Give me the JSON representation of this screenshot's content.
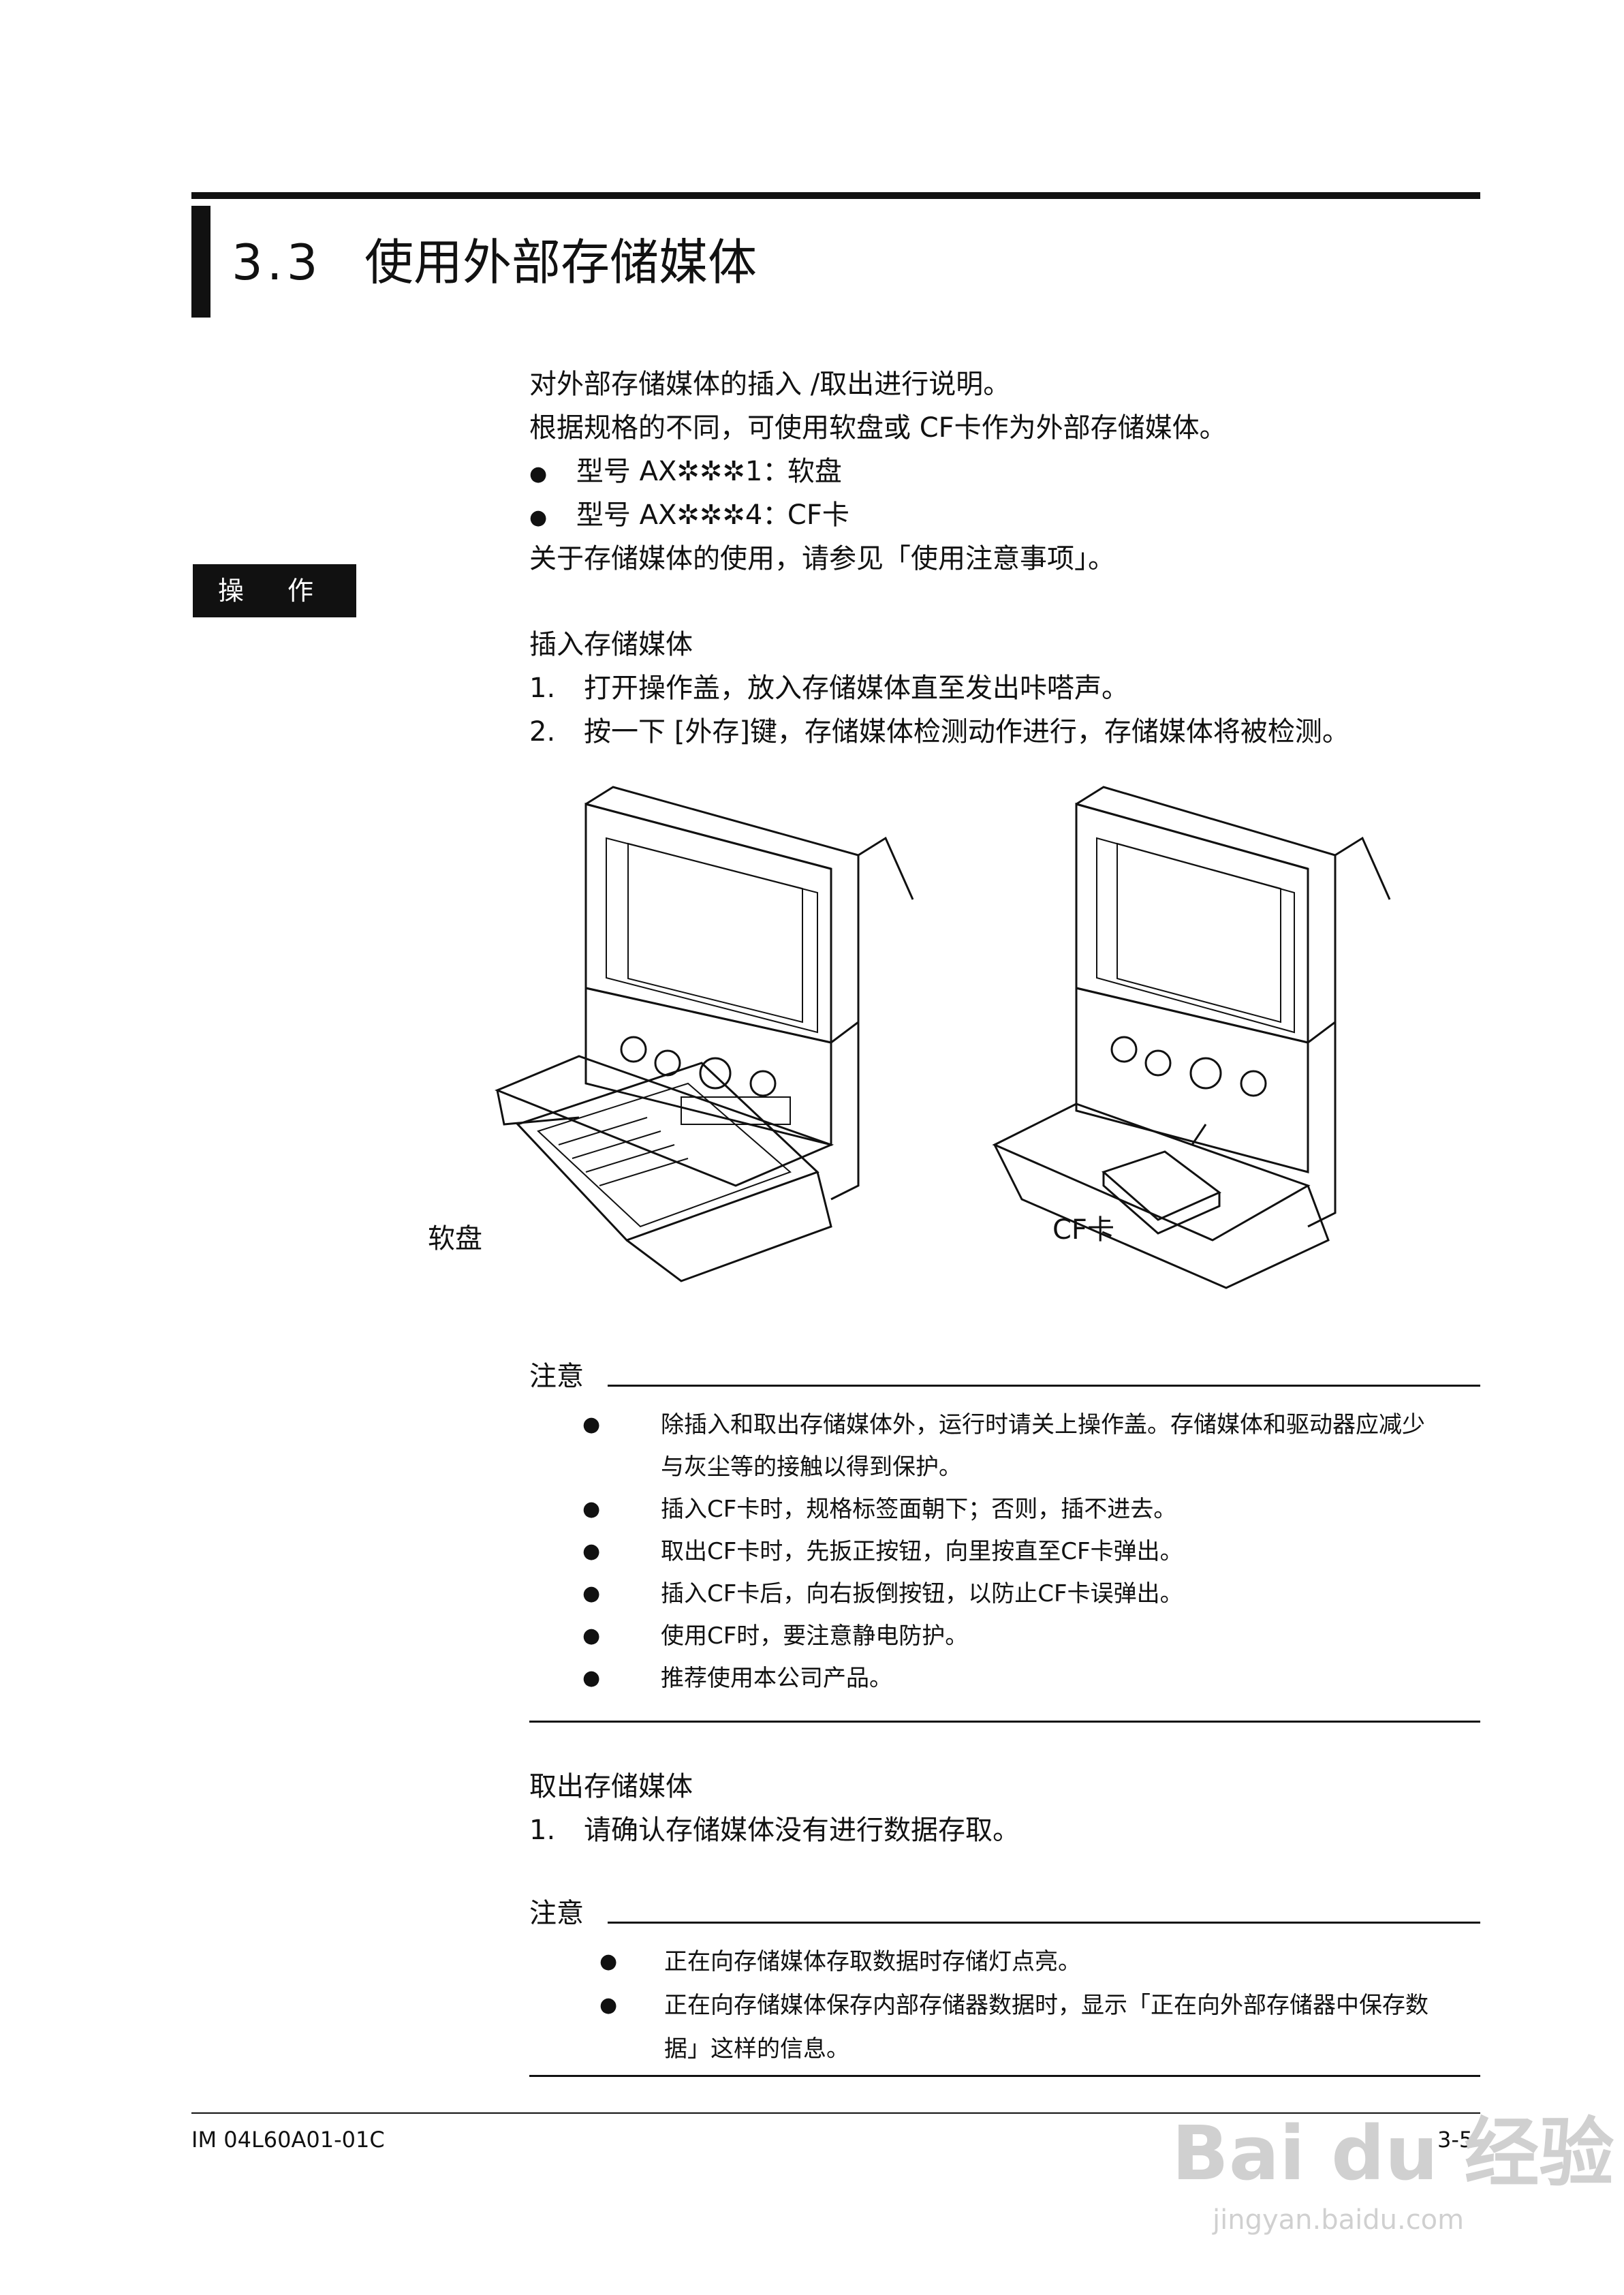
{
  "heading": {
    "number": "3.3",
    "title": "使用外部存储媒体"
  },
  "operation_label": "操 作",
  "intro": {
    "line1": "对外部存储媒体的插入 /取出进行说明。",
    "line2": "根据规格的不同，可使用软盘或 CF卡作为外部存储媒体。",
    "models": [
      {
        "model": "型号 AX✲✲✲1：",
        "media": "软盘"
      },
      {
        "model": "型号 AX✲✲✲4：",
        "media": "CF卡"
      }
    ],
    "line3": "关于存储媒体的使用，请参见「使用注意事项」。"
  },
  "insert": {
    "title": "插入存储媒体",
    "steps": [
      {
        "num": "1.",
        "text": "打开操作盖，放入存储媒体直至发出咔嗒声。"
      },
      {
        "num": "2.",
        "text": "按一下 [外存]键，存储媒体检测动作进行，存储媒体将被检测。"
      }
    ]
  },
  "figure": {
    "label_left": "软盘",
    "label_right": "CF卡"
  },
  "note1": {
    "title": "注意",
    "items": [
      "除插入和取出存储媒体外，运行时请关上操作盖。存储媒体和驱动器应减少",
      "与灰尘等的接触以得到保护。",
      "插入CF卡时，规格标签面朝下；否则，插不进去。",
      "取出CF卡时，先扳正按钮，向里按直至CF卡弹出。",
      "插入CF卡后，向右扳倒按钮，以防止CF卡误弹出。",
      "使用CF时，要注意静电防护。",
      "推荐使用本公司产品。"
    ]
  },
  "remove": {
    "title": "取出存储媒体",
    "steps": [
      {
        "num": "1.",
        "text": "请确认存储媒体没有进行数据存取。"
      }
    ]
  },
  "note2": {
    "title": "注意",
    "items": [
      "正在向存储媒体存取数据时存储灯点亮。",
      "正在向存储媒体保存内部存储器数据时，显示「正在向外部存储器中保存数",
      "据」这样的信息。"
    ]
  },
  "footer": {
    "doc_id": "IM 04L60A01-01C",
    "page": "3-5"
  },
  "watermark": {
    "brand": "Bai du 经验",
    "url": "jingyan.baidu.com"
  }
}
